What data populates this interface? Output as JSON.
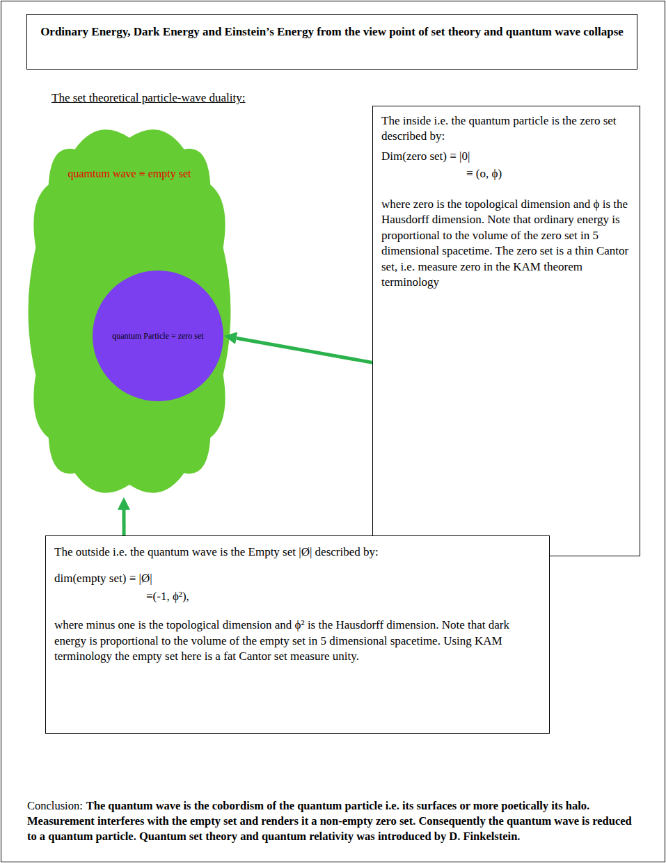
{
  "diagram": {
    "nodes": [
      {
        "text": [
          "The set theoretical particle-wave duality:",
          "Conclusion:",
          "The quantum wave is the cobordism of the quantum particle i.e. its surfaces or more poetically its halo. Measurement interferes with the empty set and renders it a non-empty zero set. Consequently the quantum wave is reduced to a quantum particle. Quantum set theory and quantum relativity was introduced by D. Finkelstein."
        ]
      },
      {
        "text": [
          "Ordinary Energy, Dark Energy and Einstein’s Energy from the view point of set theory and quantum wave collapse"
        ],
        "in": 0
      },
      {
        "text": [
          "quamtum wave ≡ empty set"
        ],
        "in": 0
      },
      {
        "text": [
          "quantum Particle ≡ zero set"
        ],
        "in": 2
      },
      {
        "text": [
          "The inside i.e. the quantum particle is the zero set described by:",
          "Dim(zero set) ≡ |0|",
          "≡ (o, ϕ)",
          "where zero is the topological dimension and ϕ is the Hausdorff dimension. Note that ordinary energy is proportional to the volume of the zero set in 5 dimensional spacetime. The zero set is a thin Cantor set, i.e. measure zero in the KAM theorem terminology"
        ],
        "in": 0
      },
      {
        "text": [
          "The outside i.e. the quantum wave is the Empty set |Ø| described by:",
          "dim(empty set) ≡ |Ø|",
          "≡(-1, ϕ²),",
          "where minus one is the topological dimension and ϕ² is the Hausdorff dimension. Note that dark energy is proportional to the volume of the empty set in 5 dimensional spacetime. Using KAM terminology the empty set here is a fat Cantor set measure unity."
        ],
        "in": 0
      }
    ],
    "edges": [
      {
        "from": 4,
        "to": 3,
        "arrow": "to"
      },
      {
        "from": 5,
        "to": 2,
        "arrow": "to"
      }
    ]
  }
}
